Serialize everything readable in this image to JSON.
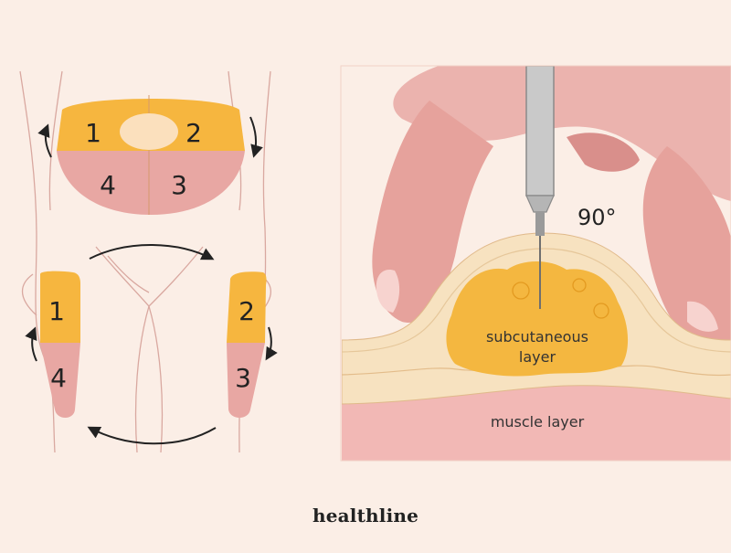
{
  "left_diagram": {
    "abdomen_zones": [
      "1",
      "2",
      "4",
      "3"
    ],
    "left_thigh_zones": [
      "1",
      "4"
    ],
    "right_thigh_zones": [
      "2",
      "3"
    ]
  },
  "right_diagram": {
    "angle_label": "90°",
    "subcutaneous_line1": "subcutaneous",
    "subcutaneous_line2": "layer",
    "muscle_label": "muscle layer"
  },
  "brand": "healthline",
  "colors": {
    "background": "#fbeee6",
    "zone_orange": "#f6b63f",
    "zone_pink": "#e8a7a3",
    "skin": "#ebb3ae",
    "fat": "#f4b740",
    "muscle": "#f2b8b5"
  }
}
